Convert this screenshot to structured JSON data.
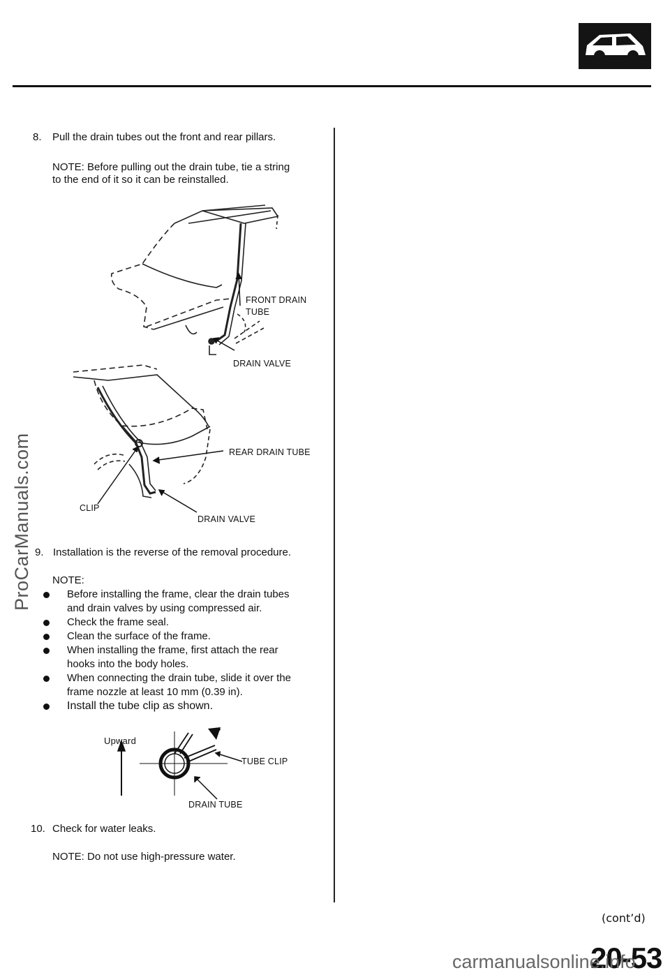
{
  "header": {
    "badge_icon": "car-side-icon"
  },
  "steps": {
    "step8": {
      "number": "8.",
      "text": "Pull the drain tubes out the front and rear pillars.",
      "note_line1": "NOTE:  Before pulling out the drain tube, tie a string",
      "note_line2": "to the end of it so it can be reinstalled."
    },
    "step9": {
      "number": "9.",
      "text": "Installation is the reverse of the removal procedure.",
      "note_heading": "NOTE:",
      "bullets": [
        [
          "Before installing the frame, clear the drain tubes",
          "and drain valves by using compressed air."
        ],
        [
          "Check the frame seal."
        ],
        [
          "Clean the surface of the frame."
        ],
        [
          "When installing the frame, first attach the rear",
          "hooks into the body holes."
        ],
        [
          "When connecting the drain tube, slide it over the",
          "frame nozzle at least 10 mm (0.39 in)."
        ],
        [
          "Install the tube clip as shown."
        ]
      ]
    },
    "step10": {
      "number": "10.",
      "text": "Check for water leaks.",
      "note": "NOTE:  Do not use high-pressure water."
    }
  },
  "figures": {
    "front": {
      "label_tube_line1": "FRONT DRAIN",
      "label_tube_line2": "TUBE",
      "label_valve": "DRAIN VALVE"
    },
    "rear": {
      "label_tube": "REAR DRAIN TUBE",
      "label_clip": "CLIP",
      "label_valve": "DRAIN VALVE"
    },
    "clip": {
      "label_upward": "Upward",
      "label_tube_clip": "TUBE CLIP",
      "label_drain_tube": "DRAIN TUBE"
    }
  },
  "footer": {
    "contd": "(cont’d)",
    "page_number": "20-53",
    "watermark_side": "ProCarManuals.com",
    "watermark_bottom": "carmanualsonline.info"
  }
}
